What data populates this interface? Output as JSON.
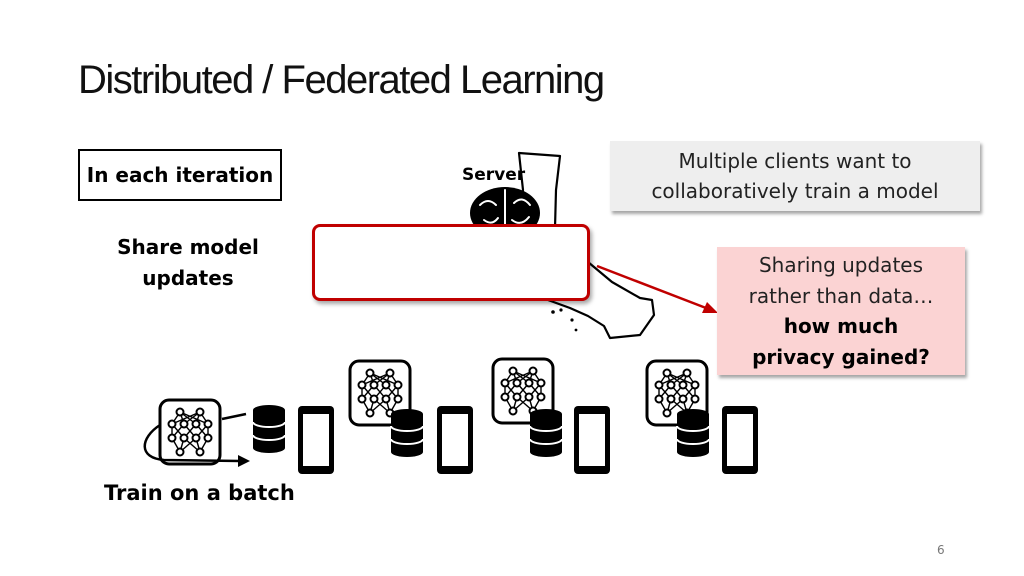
{
  "slide": {
    "title": "Distributed / Federated Learning",
    "iteration_label": "In each iteration",
    "share_line1": "Share model",
    "share_line2": "updates",
    "server_label": "Server",
    "train_label": "Train on a batch",
    "page_number": "6"
  },
  "callouts": {
    "clients_line1": "Multiple clients want to",
    "clients_line2": "collaboratively train a model",
    "privacy_line1": "Sharing updates",
    "privacy_line2": "rather than data…",
    "privacy_line3": "how much",
    "privacy_line4": "privacy gained?"
  },
  "colors": {
    "accent_red": "#c00000",
    "callout_gray": "#eeeeee",
    "callout_pink": "#fbd3d3"
  },
  "icons": [
    "brain-icon",
    "neural-network-icon",
    "database-icon",
    "smartphone-icon",
    "california-map-icon",
    "arrow-icon"
  ]
}
